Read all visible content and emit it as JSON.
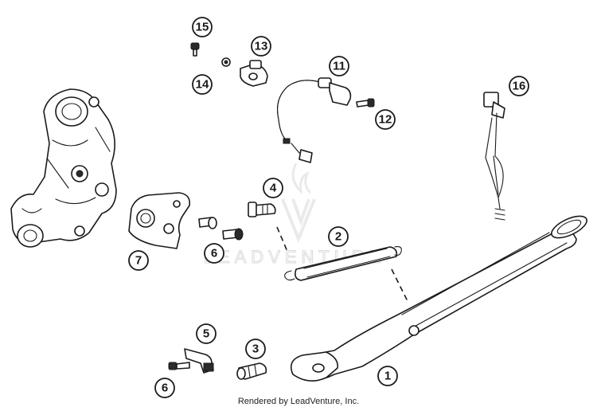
{
  "diagram": {
    "watermark": "LEADVENTURE",
    "footer": "Rendered by LeadVenture, Inc.",
    "callouts": [
      "1",
      "2",
      "3",
      "4",
      "5",
      "6",
      "6",
      "7",
      "11",
      "12",
      "13",
      "14",
      "15",
      "16"
    ]
  }
}
